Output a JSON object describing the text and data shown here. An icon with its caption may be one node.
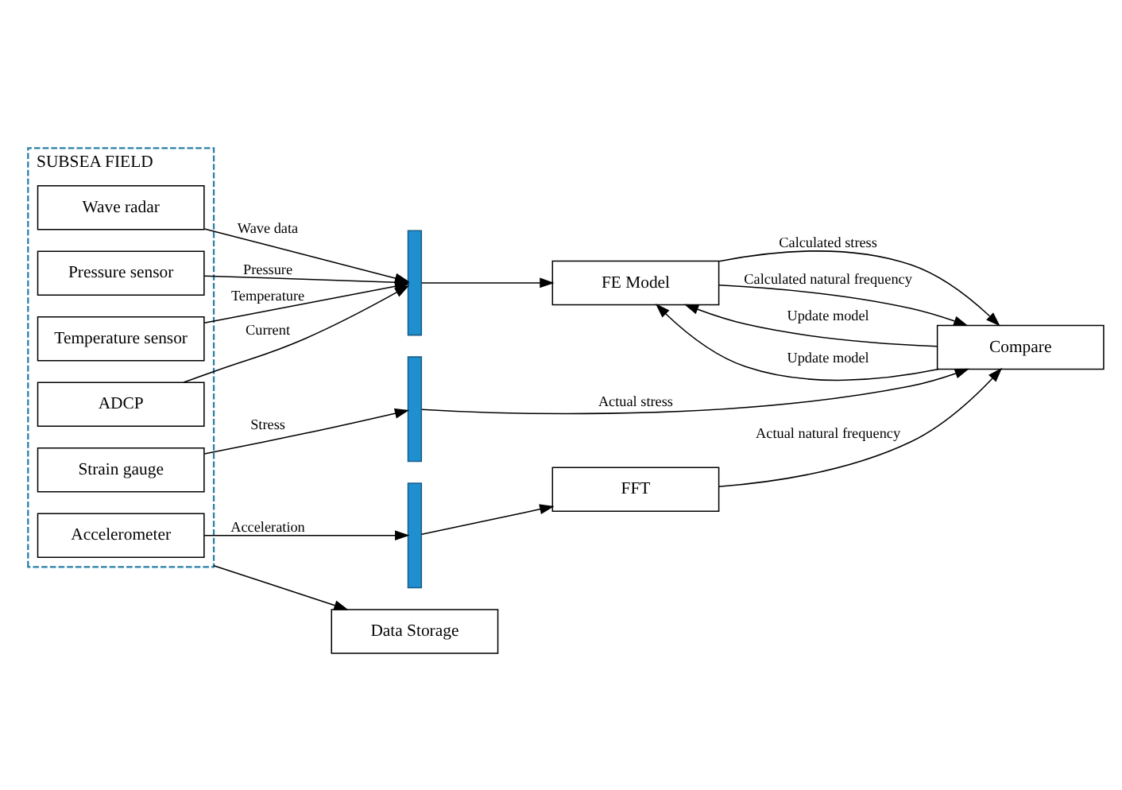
{
  "diagram": {
    "nodes": [
      {
        "text": [
          "SUBSEA FIELD"
        ]
      },
      {
        "text": [
          "Wave radar"
        ],
        "in": 0
      },
      {
        "text": [
          "Pressure sensor"
        ],
        "in": 0
      },
      {
        "text": [
          "Temperature sensor"
        ],
        "in": 0
      },
      {
        "text": [
          "ADCP"
        ],
        "in": 0
      },
      {
        "text": [
          "Strain gauge"
        ],
        "in": 0
      },
      {
        "text": [
          "Accelerometer"
        ],
        "in": 0
      },
      {
        "text": [],
        "shape": "bar"
      },
      {
        "text": [],
        "shape": "bar"
      },
      {
        "text": [],
        "shape": "bar"
      },
      {
        "text": [
          "FE Model"
        ]
      },
      {
        "text": [
          "Compare"
        ]
      },
      {
        "text": [
          "FFT"
        ]
      },
      {
        "text": [
          "Data Storage"
        ]
      }
    ],
    "edges": [
      {
        "from": 1,
        "to": 7,
        "arrow": "to",
        "label": "Wave data"
      },
      {
        "from": 2,
        "to": 7,
        "arrow": "to",
        "label": "Pressure"
      },
      {
        "from": 3,
        "to": 7,
        "arrow": "to",
        "label": "Temperature"
      },
      {
        "from": 4,
        "to": 7,
        "arrow": "to",
        "label": "Current"
      },
      {
        "from": 5,
        "to": 8,
        "arrow": "to",
        "label": "Stress"
      },
      {
        "from": 6,
        "to": 9,
        "arrow": "to",
        "label": "Acceleration"
      },
      {
        "from": 7,
        "to": 10,
        "arrow": "to"
      },
      {
        "from": 8,
        "to": 11,
        "arrow": "to",
        "label": "Actual stress"
      },
      {
        "from": 9,
        "to": 12,
        "arrow": "to"
      },
      {
        "from": 12,
        "to": 11,
        "arrow": "to",
        "label": "Actual natural frequency"
      },
      {
        "from": 10,
        "to": 11,
        "arrow": "to",
        "label": "Calculated stress"
      },
      {
        "from": 11,
        "to": 10,
        "arrow": "to",
        "label": "Update model"
      },
      {
        "from": 10,
        "to": 11,
        "arrow": "to",
        "label": "Calculated natural frequency"
      },
      {
        "from": 11,
        "to": 10,
        "arrow": "to",
        "label": "Update model"
      },
      {
        "from": 0,
        "to": 13,
        "arrow": "to"
      }
    ]
  }
}
